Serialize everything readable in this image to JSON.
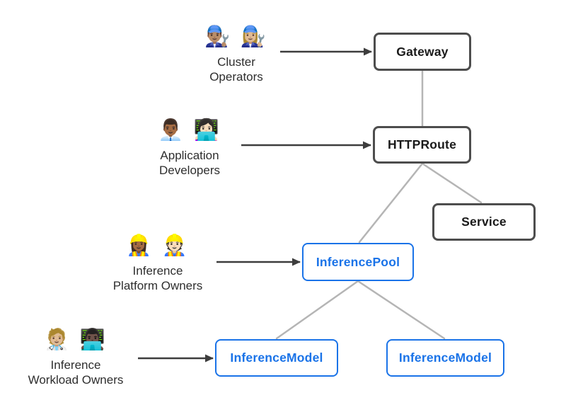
{
  "colors": {
    "resource_box_border": "#4d4d4d",
    "resource_box_text": "#1a1a1a",
    "inference_accent": "#1a73e8",
    "connector_line": "#b5b5b5",
    "arrow": "#3d3d3d",
    "persona_label_text": "#2e2e2e",
    "box_background": "#ffffff",
    "page_background": "#ffffff"
  },
  "personas": {
    "cluster_operators": {
      "emojis": "👨🏽‍🔧 👩🏼‍🔧",
      "emoji_names": [
        "man-mechanic-emoji",
        "woman-mechanic-emoji"
      ],
      "lines": [
        "Cluster",
        "Operators"
      ]
    },
    "application_developers": {
      "emojis": "👨🏾‍💼 👩🏻‍💻",
      "emoji_names": [
        "man-office-worker-emoji",
        "woman-technologist-emoji"
      ],
      "lines": [
        "Application",
        "Developers"
      ]
    },
    "inference_platform_owners": {
      "emojis": "👷🏾‍♀️ 👷🏻",
      "emoji_names": [
        "woman-construction-worker-emoji",
        "man-construction-worker-emoji"
      ],
      "lines": [
        "Inference",
        "Platform Owners"
      ]
    },
    "inference_workload_owners": {
      "emojis": "🧑🏼‍⚕️ 👨🏿‍💻",
      "emoji_names": [
        "health-worker-emoji",
        "man-technologist-emoji"
      ],
      "lines": [
        "Inference",
        "Workload Owners"
      ]
    }
  },
  "nodes": {
    "gateway": {
      "label": "Gateway",
      "category": "gateway-api-resource"
    },
    "httproute": {
      "label": "HTTPRoute",
      "category": "gateway-api-resource"
    },
    "service": {
      "label": "Service",
      "category": "gateway-api-resource"
    },
    "inference_pool": {
      "label": "InferencePool",
      "category": "inference-extension-resource"
    },
    "inference_model_left": {
      "label": "InferenceModel",
      "category": "inference-extension-resource"
    },
    "inference_model_right": {
      "label": "InferenceModel",
      "category": "inference-extension-resource"
    }
  },
  "edges": [
    {
      "from": "gateway",
      "to": "httproute"
    },
    {
      "from": "httproute",
      "to": "service"
    },
    {
      "from": "httproute",
      "to": "inference_pool"
    },
    {
      "from": "inference_pool",
      "to": "inference_model_left"
    },
    {
      "from": "inference_pool",
      "to": "inference_model_right"
    }
  ],
  "persona_edges": [
    {
      "from": "cluster_operators",
      "to": "gateway"
    },
    {
      "from": "application_developers",
      "to": "httproute"
    },
    {
      "from": "inference_platform_owners",
      "to": "inference_pool"
    },
    {
      "from": "inference_workload_owners",
      "to": "inference_model_left"
    }
  ]
}
